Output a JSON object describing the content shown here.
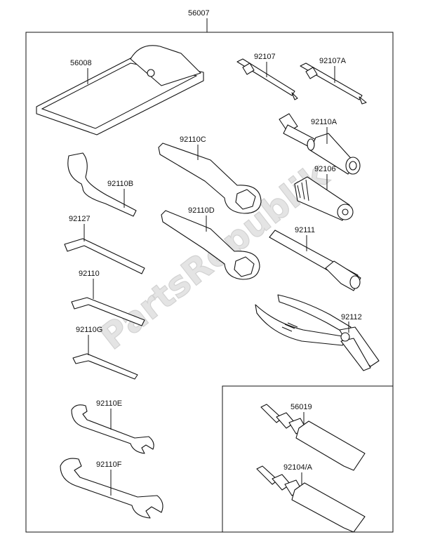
{
  "watermark": "PartsRepublik",
  "labels": {
    "main_kit": "56007",
    "tool_bag": "56008",
    "screwdriver_a": "92107",
    "screwdriver_b": "92107A",
    "box_wrench_c": "92110C",
    "plug_wrench": "92110A",
    "spanner_hook": "92110B",
    "handle_adapter": "92106",
    "box_wrench_d": "92110D",
    "hex_key_1": "92127",
    "extension_bar": "92111",
    "hex_key_2": "92110",
    "pliers": "92112",
    "hex_key_3": "92110G",
    "open_wrench_e": "92110E",
    "open_wrench_f": "92110F",
    "tube_1": "56019",
    "tube_2": "92104/A"
  }
}
